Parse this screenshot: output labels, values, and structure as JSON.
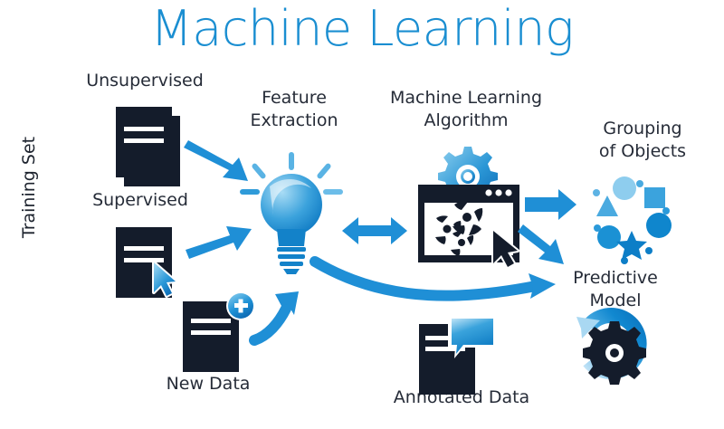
{
  "title": "Machine Learning",
  "colors": {
    "title_blue": "#1a8ed1",
    "accent_blue": "#1f8fd6",
    "light_blue": "#76c4ea",
    "deep_blue": "#0e6cb5",
    "dark_navy": "#141c2b",
    "label_text": "#262c38",
    "background": "#ffffff"
  },
  "labels": {
    "training_set": "Training Set",
    "unsupervised": "Unsupervised",
    "supervised": "Supervised",
    "new_data": "New Data",
    "feature_extraction_line1": "Feature",
    "feature_extraction_line2": "Extraction",
    "ml_algorithm_line1": "Machine Learning",
    "ml_algorithm_line2": "Algorithm",
    "grouping_line1": "Grouping",
    "grouping_line2": "of Objects",
    "predictive_line1": "Predictive",
    "predictive_line2": "Model",
    "annotated_data": "Annotated Data"
  },
  "icons": {
    "unsupervised": "stacked-documents-icon",
    "supervised": "document-with-cursor-icon",
    "new_data": "document-with-plus-icon",
    "feature_extraction": "lightbulb-icon",
    "ml_algorithm": "browser-window-with-gear-icon",
    "grouping": "clustered-shapes-icon",
    "predictive_model": "circular-arrow-gear-icon",
    "annotated_data": "document-with-speech-bubble-icon"
  },
  "arrows": [
    {
      "name": "arrow-unsupervised-to-lightbulb",
      "from": "unsupervised",
      "to": "feature_extraction",
      "style": "straight-diagonal-down"
    },
    {
      "name": "arrow-supervised-to-lightbulb",
      "from": "supervised",
      "to": "feature_extraction",
      "style": "straight-diagonal-up"
    },
    {
      "name": "arrow-newdata-to-lightbulb",
      "from": "new_data",
      "to": "feature_extraction",
      "style": "curved-up-right"
    },
    {
      "name": "arrow-lightbulb-to-algorithm",
      "from": "feature_extraction",
      "to": "ml_algorithm",
      "style": "double-headed-horizontal"
    },
    {
      "name": "arrow-algorithm-to-grouping",
      "from": "ml_algorithm",
      "to": "grouping",
      "style": "straight-right"
    },
    {
      "name": "arrow-algorithm-to-predictive",
      "from": "ml_algorithm",
      "to": "predictive_model",
      "style": "straight-diagonal-down"
    },
    {
      "name": "arrow-lightbulb-to-predictive",
      "from": "feature_extraction",
      "to": "predictive_model",
      "style": "long-curved-right"
    }
  ]
}
